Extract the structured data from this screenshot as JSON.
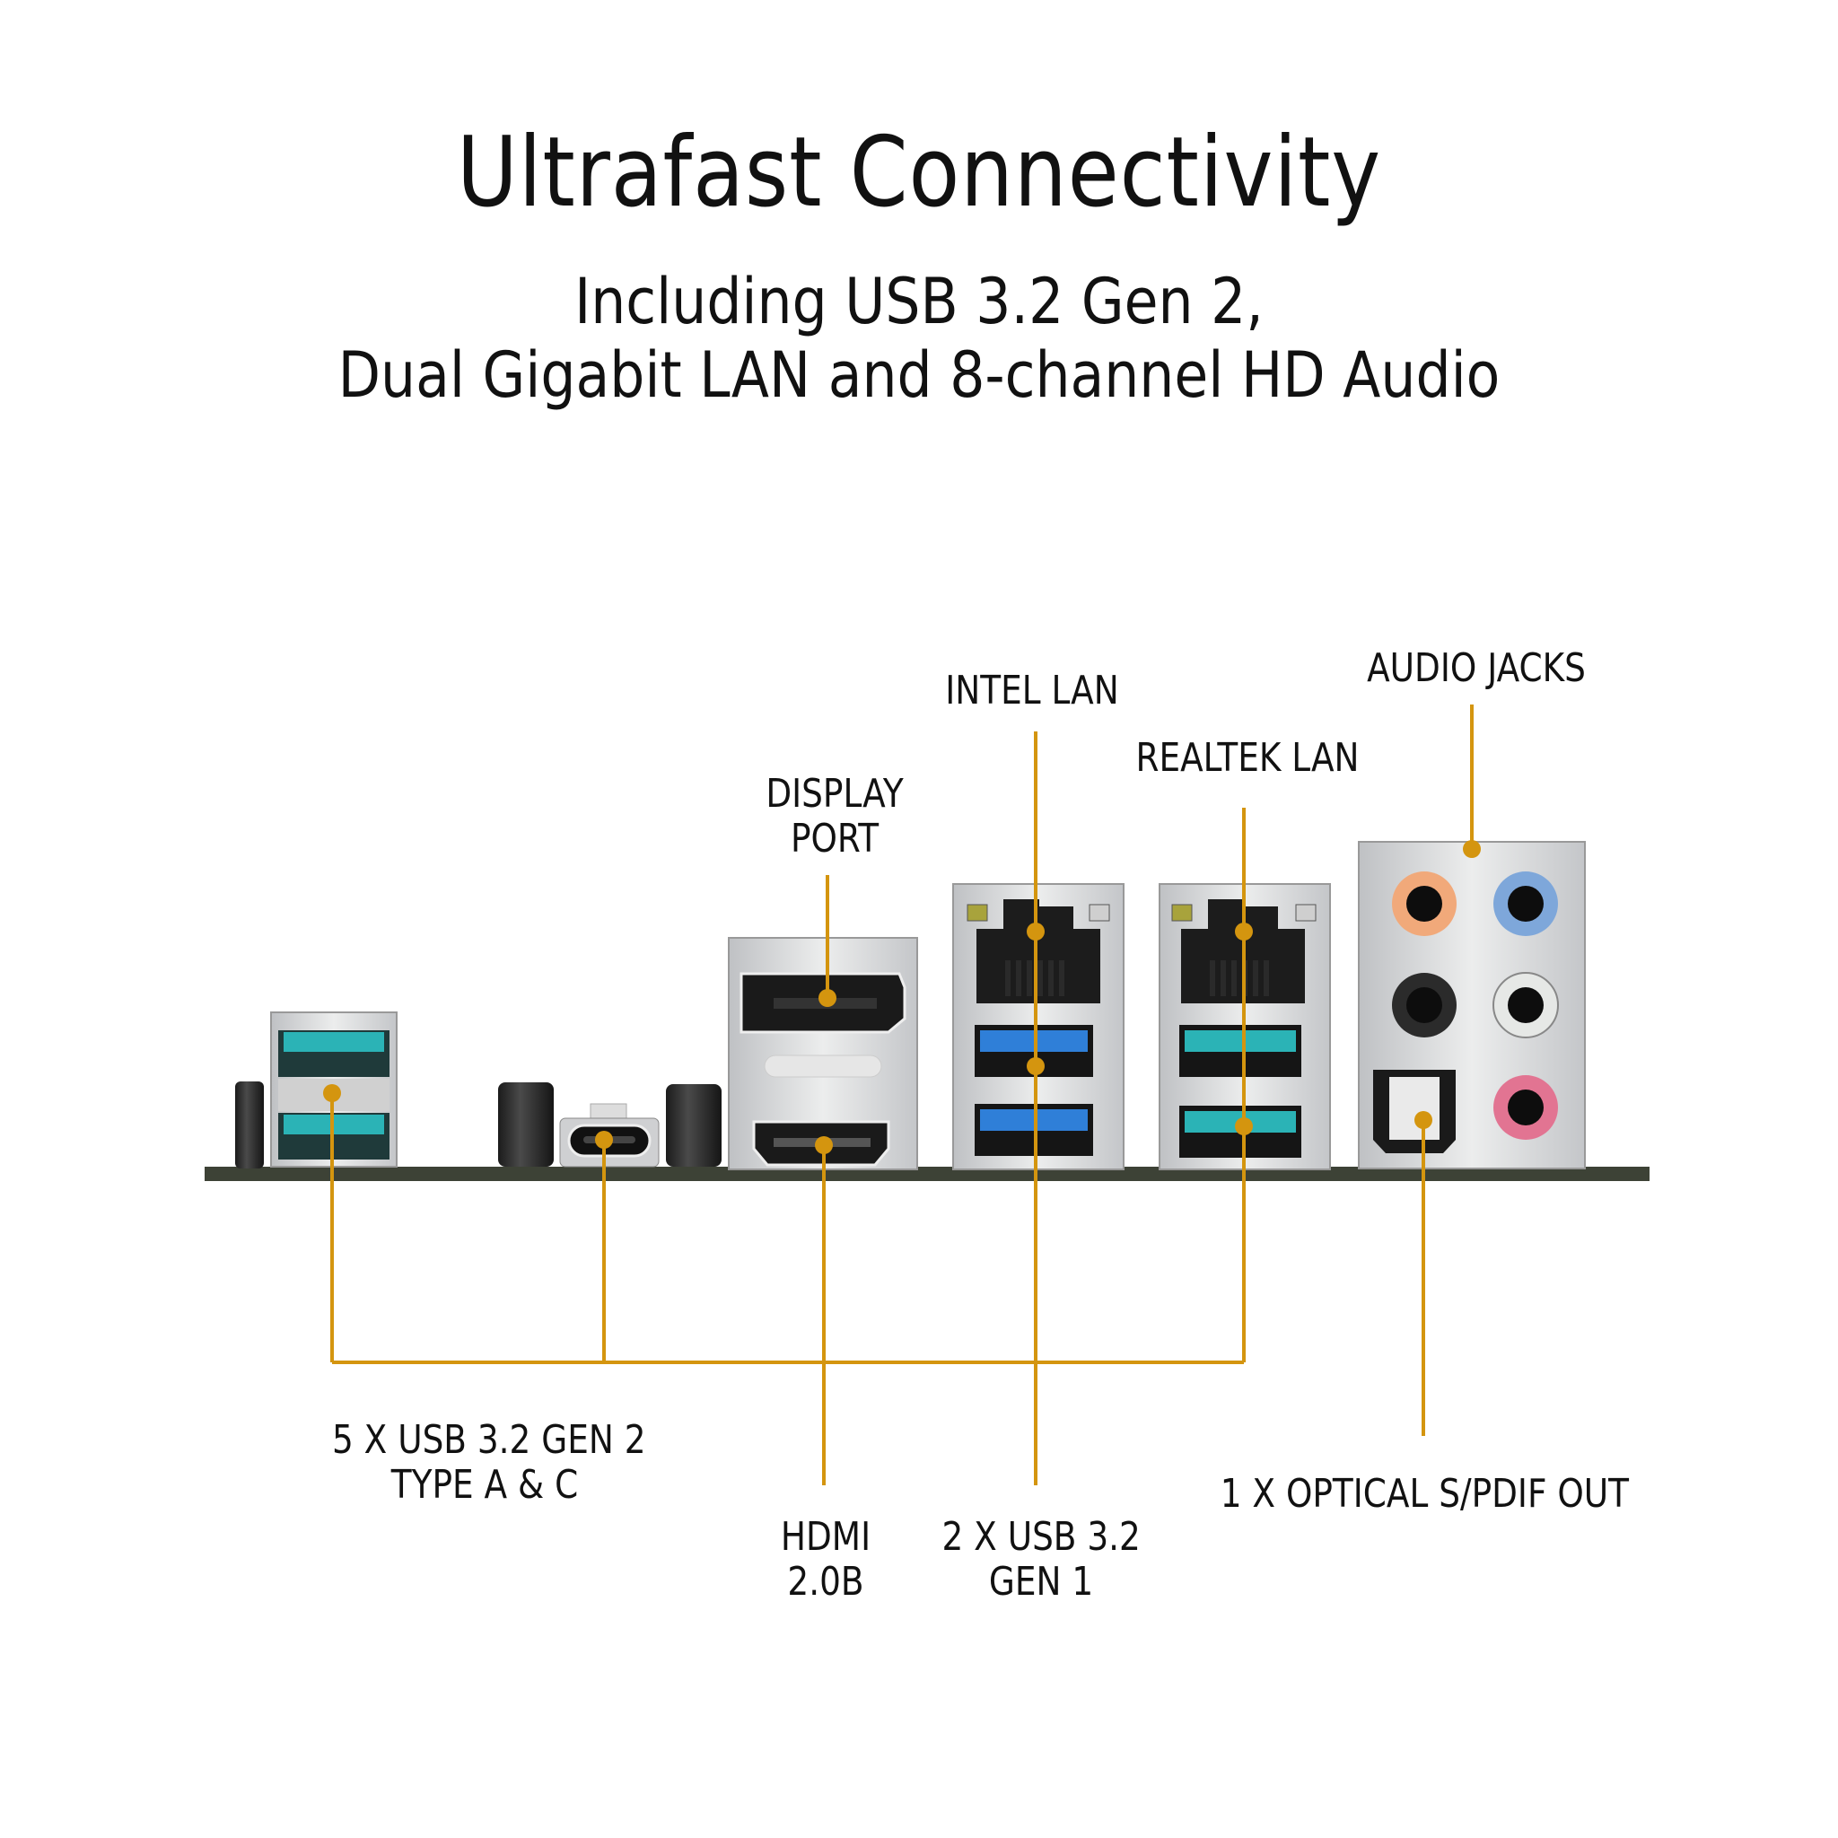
{
  "header": {
    "title": "Ultrafast Connectivity",
    "subtitle_line1": "Including USB 3.2 Gen 2,",
    "subtitle_line2": "Dual Gigabit LAN and 8-channel HD Audio"
  },
  "colors": {
    "callout": "#D4950F",
    "usb_gen2": "#2BB3B6",
    "usb_gen1": "#2F7FD8",
    "audio_orange": "#F1A97A",
    "audio_blue": "#7EA7DA",
    "audio_black": "#2b2b2b",
    "audio_white": "#E6E8E6",
    "audio_pink": "#E27492",
    "pcb": "#3d4236",
    "shield": "#d8d9db"
  },
  "labels": {
    "display_port_line1": "DISPLAY",
    "display_port_line2": "PORT",
    "intel_lan": "INTEL LAN",
    "realtek_lan": "REALTEK LAN",
    "audio_jacks": "AUDIO JACKS",
    "usb_gen2_line1": "5 X USB 3.2 GEN 2",
    "usb_gen2_line2": "TYPE A & C",
    "hdmi_line1": "HDMI",
    "hdmi_line2": "2.0B",
    "usb_gen1_line1": "2 X USB 3.2",
    "usb_gen1_line2": "GEN 1",
    "optical": "1 X OPTICAL S/PDIF OUT"
  },
  "ports": [
    {
      "name": "usb-a-stack-gen2",
      "type": "USB 3.2 Gen 2 Type-A",
      "count": 2
    },
    {
      "name": "usb-c-gen2",
      "type": "USB 3.2 Gen 2 Type-C",
      "count": 1
    },
    {
      "name": "displayport",
      "type": "DisplayPort",
      "count": 1
    },
    {
      "name": "hdmi",
      "type": "HDMI 2.0b",
      "count": 1
    },
    {
      "name": "intel-lan",
      "type": "RJ45",
      "count": 1
    },
    {
      "name": "usb-gen1",
      "type": "USB 3.2 Gen 1 Type-A",
      "count": 2
    },
    {
      "name": "realtek-lan",
      "type": "RJ45",
      "count": 1
    },
    {
      "name": "usb-a-gen2-realtek",
      "type": "USB 3.2 Gen 2 Type-A",
      "count": 2
    },
    {
      "name": "audio-jacks",
      "type": "3.5mm audio",
      "count": 5
    },
    {
      "name": "optical-spdif",
      "type": "Optical S/PDIF out",
      "count": 1
    }
  ]
}
